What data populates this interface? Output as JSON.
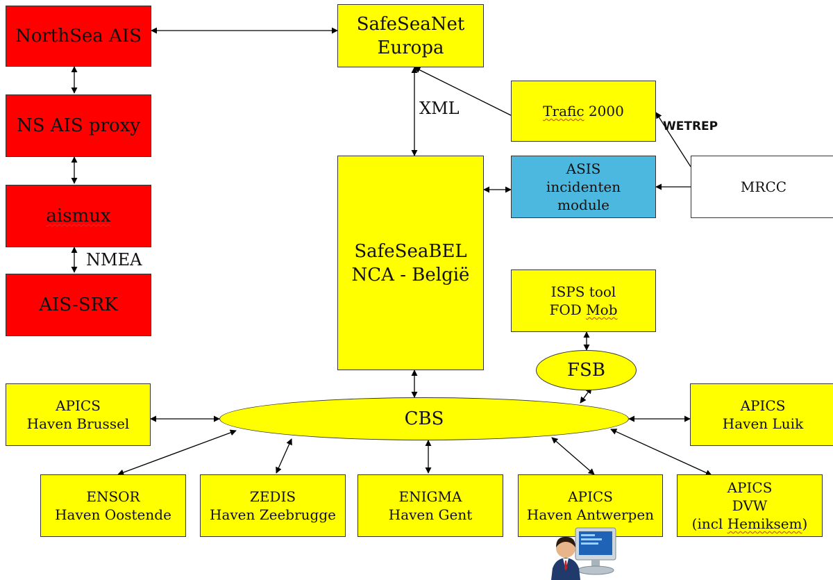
{
  "nodes": {
    "northsea_ais": {
      "lines": [
        "NorthSea AIS"
      ]
    },
    "ns_ais_proxy": {
      "lines": [
        "NS AIS proxy"
      ]
    },
    "aismux": {
      "lines": [
        "aismux"
      ]
    },
    "ais_srk": {
      "lines": [
        "AIS-SRK"
      ]
    },
    "safeseanet": {
      "lines": [
        "SafeSeaNet",
        "Europa"
      ]
    },
    "trafic2000": {
      "lines": [
        "Trafic 2000"
      ]
    },
    "asis": {
      "lines": [
        "ASIS",
        "incidenten",
        "module"
      ]
    },
    "mrcc": {
      "lines": [
        "MRCC"
      ]
    },
    "safeseabel": {
      "lines": [
        "SafeSeaBEL",
        "NCA - België"
      ]
    },
    "isps": {
      "lines": [
        "ISPS tool",
        "FOD Mob"
      ]
    },
    "fsb": {
      "lines": [
        "FSB"
      ]
    },
    "cbs": {
      "lines": [
        "CBS"
      ]
    },
    "apics_brussel": {
      "lines": [
        "APICS",
        "Haven Brussel"
      ]
    },
    "apics_luik": {
      "lines": [
        "APICS",
        "Haven Luik"
      ]
    },
    "ensor": {
      "lines": [
        "ENSOR",
        "Haven Oostende"
      ]
    },
    "zedis": {
      "lines": [
        "ZEDIS",
        "Haven Zeebrugge"
      ]
    },
    "enigma": {
      "lines": [
        "ENIGMA",
        "Haven Gent"
      ]
    },
    "apics_antwerpen": {
      "lines": [
        "APICS",
        "Haven Antwerpen"
      ]
    },
    "apics_dvw": {
      "lines": [
        "APICS",
        "DVW",
        "(incl Hemiksem)"
      ]
    }
  },
  "labels": {
    "nmea": "NMEA",
    "xml": "XML",
    "wetrep": "WETREP"
  },
  "icons": {
    "user_computer": "user-at-computer-icon"
  }
}
